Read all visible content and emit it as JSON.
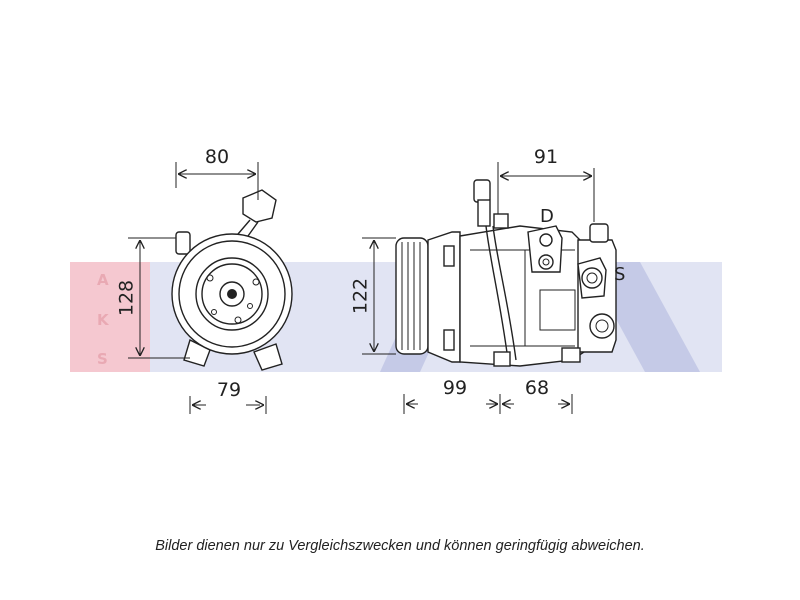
{
  "diagram": {
    "dimensions": {
      "front_width_top": "80",
      "front_height": "128",
      "front_width_bottom": "79",
      "side_width_top": "91",
      "side_height": "122",
      "side_length_left": "99",
      "side_length_right": "68"
    },
    "port_labels": {
      "discharge": "D",
      "suction": "S"
    },
    "watermark": {
      "letters": [
        "A",
        "K",
        "S"
      ],
      "colors": [
        "#f2b6c0",
        "#c9cdea"
      ]
    }
  },
  "caption": "Bilder dienen nur zu Vergleichszwecken und können geringfügig abweichen."
}
